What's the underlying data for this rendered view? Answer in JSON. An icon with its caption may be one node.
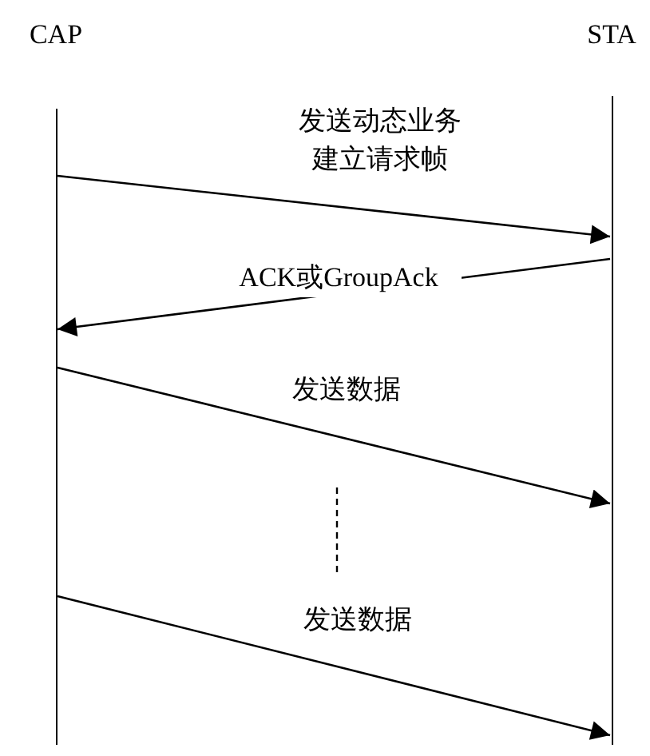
{
  "diagram": {
    "nodes": [
      {
        "text": [
          "CAP"
        ]
      },
      {
        "text": [
          "STA"
        ]
      }
    ],
    "edges": [
      {
        "from": 0,
        "to": 1,
        "arrow": "to",
        "label": "发送动态业务建立请求帧"
      },
      {
        "from": 1,
        "to": 0,
        "arrow": "to",
        "label": "ACK或GroupAck"
      },
      {
        "from": 0,
        "to": 1,
        "arrow": "to",
        "label": "发送数据"
      },
      {
        "from": 0,
        "to": 1,
        "arrow": "to",
        "label": "发送数据"
      }
    ]
  }
}
